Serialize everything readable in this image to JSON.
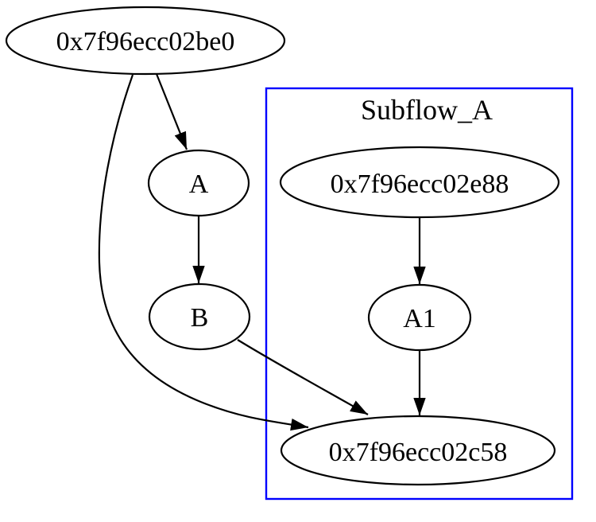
{
  "graph": {
    "type": "directed-graph",
    "background_color": "#ffffff",
    "node_stroke_color": "#000000",
    "edge_color": "#000000",
    "nodes": [
      {
        "id": "be0",
        "label": "0x7f96ecc02be0",
        "in_cluster": false
      },
      {
        "id": "A",
        "label": "A",
        "in_cluster": false
      },
      {
        "id": "B",
        "label": "B",
        "in_cluster": false
      },
      {
        "id": "e88",
        "label": "0x7f96ecc02e88",
        "in_cluster": true
      },
      {
        "id": "A1",
        "label": "A1",
        "in_cluster": true
      },
      {
        "id": "c58",
        "label": "0x7f96ecc02c58",
        "in_cluster": true
      }
    ],
    "cluster": {
      "label": "Subflow_A",
      "border_color": "#0000ff",
      "members": [
        "0x7f96ecc02e88",
        "A1",
        "0x7f96ecc02c58"
      ]
    },
    "edges": [
      {
        "from": "0x7f96ecc02be0",
        "to": "A"
      },
      {
        "from": "0x7f96ecc02be0",
        "to": "0x7f96ecc02c58"
      },
      {
        "from": "A",
        "to": "B"
      },
      {
        "from": "B",
        "to": "0x7f96ecc02c58"
      },
      {
        "from": "0x7f96ecc02e88",
        "to": "A1"
      },
      {
        "from": "A1",
        "to": "0x7f96ecc02c58"
      }
    ]
  }
}
